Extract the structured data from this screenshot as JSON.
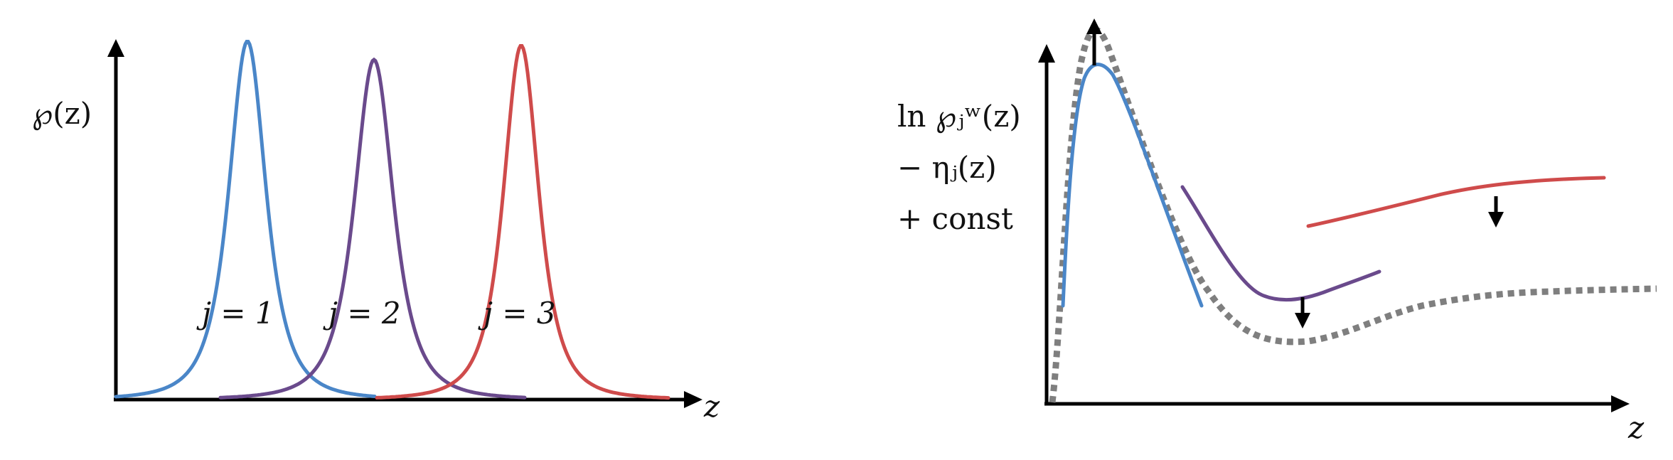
{
  "colors": {
    "blue": "#4a86c8",
    "purple": "#6a4a8c",
    "red": "#cf4b4b",
    "axis": "#000000",
    "dotted": "#7f7f7f",
    "text": "#111111"
  },
  "left_panel": {
    "ylabel": "℘(z)",
    "xlabel": "z",
    "curves": [
      {
        "label": "j = 1",
        "color_key": "blue"
      },
      {
        "label": "j = 2",
        "color_key": "purple"
      },
      {
        "label": "j = 3",
        "color_key": "red"
      }
    ]
  },
  "right_panel": {
    "ylabel_lines": [
      "ln ℘ⱼʷ(z)",
      "− ηⱼ(z)",
      "+ const"
    ],
    "xlabel": "z",
    "arrow_icons": [
      "up-arrow-icon",
      "down-arrow-icon",
      "down-arrow-icon"
    ]
  }
}
